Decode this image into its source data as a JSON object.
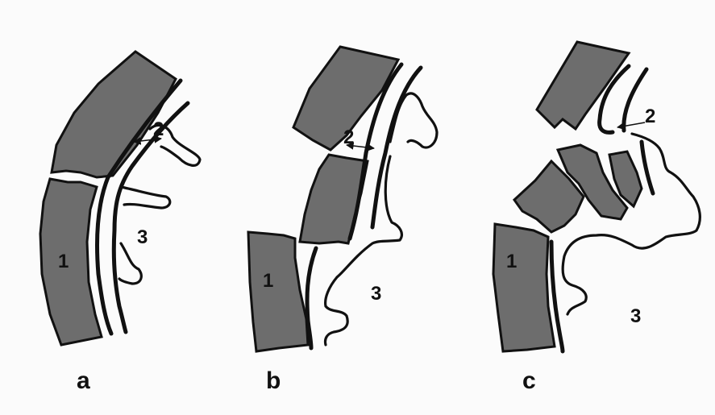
{
  "panels": [
    {
      "id": "a",
      "label": "a",
      "n1": "1",
      "n2": "2",
      "n3": "3"
    },
    {
      "id": "b",
      "label": "b",
      "n1": "1",
      "n2": "2",
      "n3": "3"
    },
    {
      "id": "c",
      "label": "c",
      "n1": "1",
      "n2": "2",
      "n3": "3"
    }
  ],
  "colors": {
    "bone": "#6d6d6d",
    "ink": "#111111",
    "paper": "#fbfbfb"
  }
}
